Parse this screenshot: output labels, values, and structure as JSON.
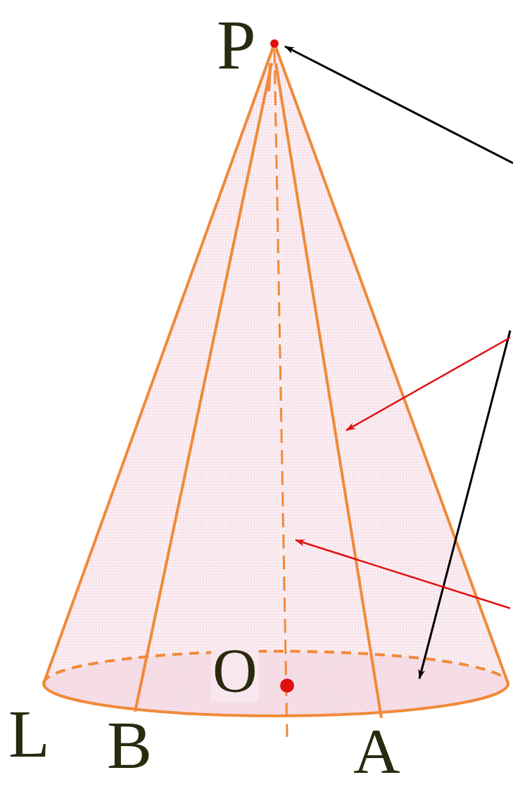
{
  "diagram": {
    "labels": [
      "P",
      "O",
      "L",
      "B",
      "A"
    ]
  }
}
